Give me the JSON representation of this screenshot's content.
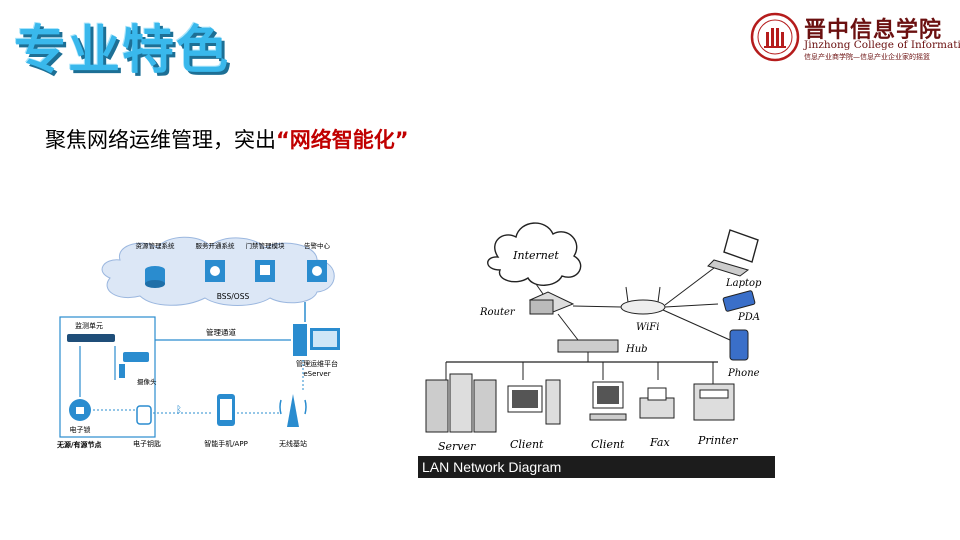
{
  "slide": {
    "title": "专业特色",
    "subtitle_prefix": "聚焦网络运维管理，突出",
    "subtitle_highlight": "“网络智能化”"
  },
  "logo": {
    "name_cn": "晋中信息学院",
    "name_en": "Jinzhong College of Information",
    "tagline": "信息产业商学院—信息产业企业家的摇篮"
  },
  "diagram_ops": {
    "cloud_items": [
      "资源管理系统",
      "服务开通系统",
      "门禁管理模块",
      "告警中心"
    ],
    "cloud_label": "BSS/OSS",
    "channel_label": "管理通道",
    "monitor_unit": "监测单元",
    "platform_label": "管理运维平台",
    "platform_sub": "eServer",
    "camera": "摄像头",
    "e_lock": "电子锁",
    "e_key": "电子钥匙",
    "phone_app": "智能手机/APP",
    "base_station": "无线基站",
    "node_label": "无源/有源节点"
  },
  "diagram_lan": {
    "caption": "LAN Network Diagram",
    "labels": {
      "internet": "Internet",
      "router": "Router",
      "wifi": "WiFi",
      "hub": "Hub",
      "laptop": "Laptop",
      "pda": "PDA",
      "phone": "Phone",
      "server": "Server",
      "client1": "Client",
      "client2": "Client",
      "fax": "Fax",
      "printer": "Printer"
    }
  },
  "colors": {
    "title": "#39b8ec",
    "highlight": "#c00000",
    "logo": "#6b1010",
    "diagram_blue": "#2a8ccf"
  }
}
